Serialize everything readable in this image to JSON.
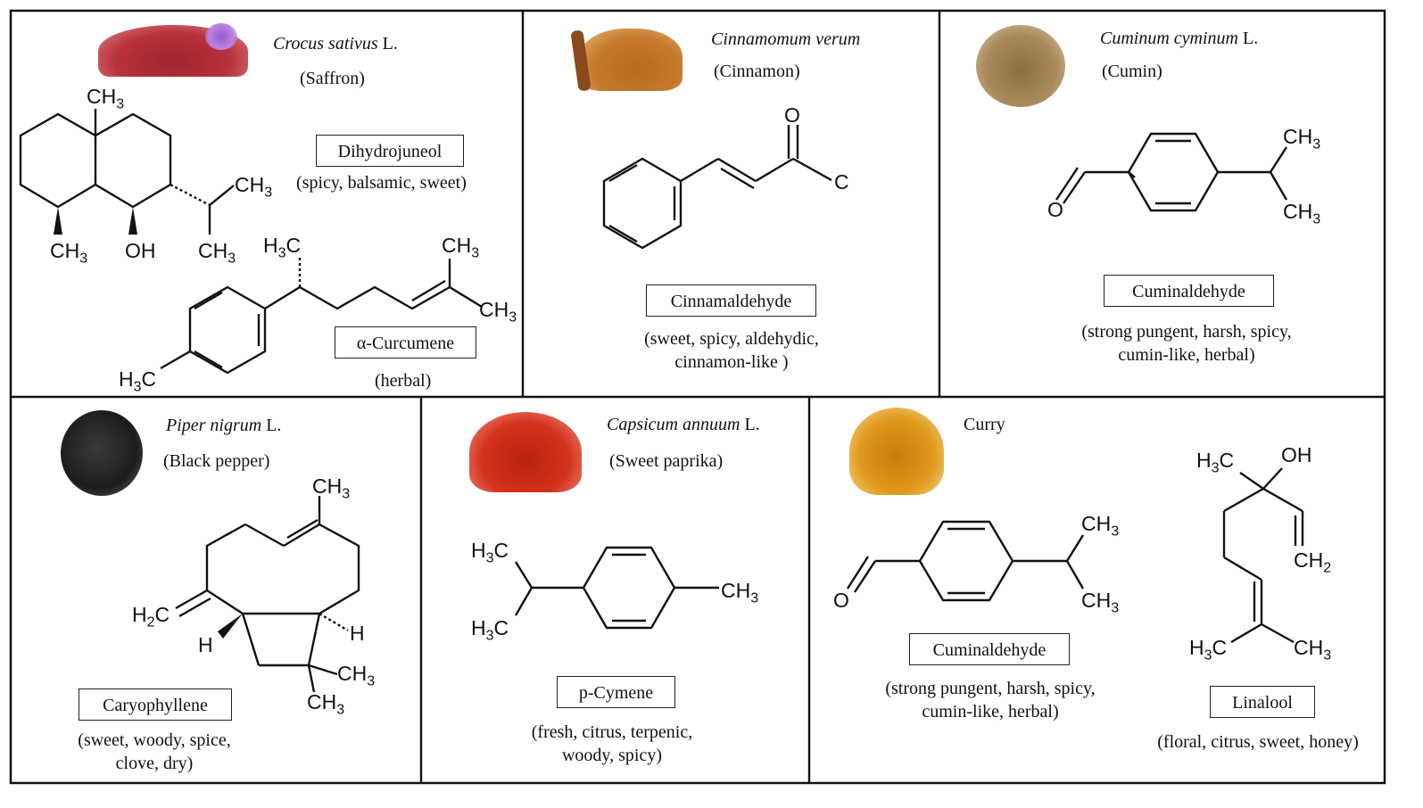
{
  "panels": {
    "saffron": {
      "species": "Crocus sativus",
      "authority": "L.",
      "common": "(Saffron)",
      "compounds": [
        {
          "name": "Dihydrojuneol",
          "aroma": "(spicy, balsamic, sweet)"
        },
        {
          "name": "α-Curcumene",
          "aroma": "(herbal)"
        }
      ]
    },
    "cinnamon": {
      "species": "Cinnamomum verum",
      "common": "(Cinnamon)",
      "compound": "Cinnamaldehyde",
      "aroma_1": "(sweet, spicy, aldehydic,",
      "aroma_2": "cinnamon-like )"
    },
    "cumin": {
      "species": "Cuminum cyminum",
      "authority": "L.",
      "common": "(Cumin)",
      "compound": "Cuminaldehyde",
      "aroma_1": "(strong pungent, harsh, spicy,",
      "aroma_2": "cumin-like, herbal)"
    },
    "pepper": {
      "species": "Piper nigrum",
      "authority": "L.",
      "common": "(Black pepper)",
      "compound": "Caryophyllene",
      "aroma_1": "(sweet, woody, spice,",
      "aroma_2": "clove, dry)"
    },
    "paprika": {
      "species": "Capsicum annuum",
      "authority": "L.",
      "common": "(Sweet paprika)",
      "compound": "p-Cymene",
      "aroma_1": "(fresh, citrus, terpenic,",
      "aroma_2": "woody, spicy)"
    },
    "curry": {
      "title": "Curry",
      "compounds": [
        {
          "name": "Cuminaldehyde",
          "aroma_1": "(strong pungent, harsh, spicy,",
          "aroma_2": "cumin-like, herbal)"
        },
        {
          "name": "Linalool",
          "aroma": "(floral, citrus, sweet, honey)"
        }
      ]
    }
  },
  "atoms": {
    "CH": "CH",
    "H": "H",
    "C": "C",
    "O": "O",
    "OH": "OH",
    "sub3": "3",
    "sub2": "2"
  },
  "colors": {
    "saffron": "#b8323c",
    "cinnamon": "#c47a2c",
    "cumin": "#a8895a",
    "pepper": "#1c1c1c",
    "paprika": "#d4321c",
    "curry": "#e09a1c"
  }
}
